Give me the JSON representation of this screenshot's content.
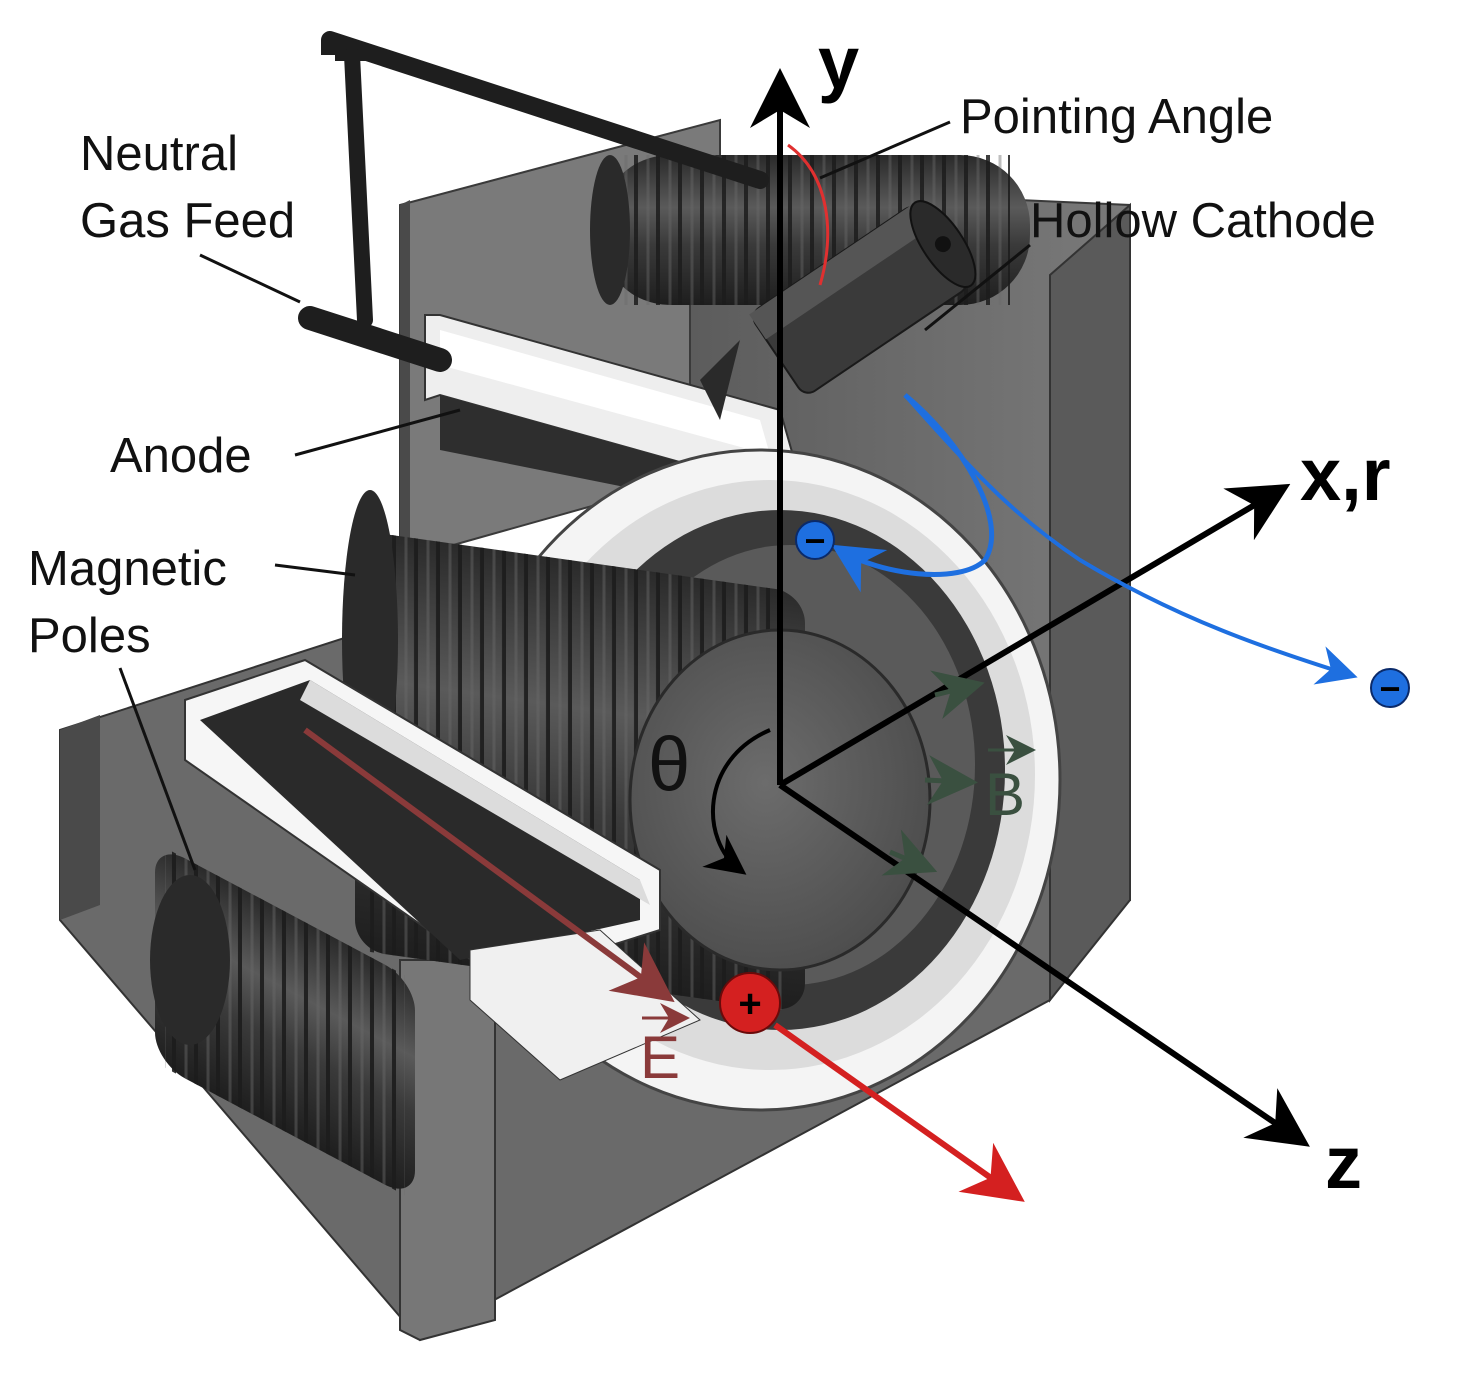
{
  "labels": {
    "neutral_gas_feed_line1": "Neutral",
    "neutral_gas_feed_line2": "Gas Feed",
    "pointing_angle": "Pointing Angle",
    "hollow_cathode": "Hollow Cathode",
    "anode": "Anode",
    "magnetic_poles_line1": "Magnetic",
    "magnetic_poles_line2": "Poles"
  },
  "axes": {
    "y": "y",
    "x": "x,r",
    "z": "z",
    "theta": "θ"
  },
  "fields": {
    "b_field": "B",
    "e_field": "E"
  },
  "particles": {
    "electron": "−",
    "ion": "+"
  },
  "colors": {
    "electron": "#1e6fe0",
    "ion": "#d42020",
    "e_field": "#8a3a3a",
    "b_field": "#3a5040",
    "steel": "#6e6e6e",
    "coil": "#3a3a3a",
    "ceramic": "#f2f2f2",
    "pointing_arc": "#e03030"
  }
}
